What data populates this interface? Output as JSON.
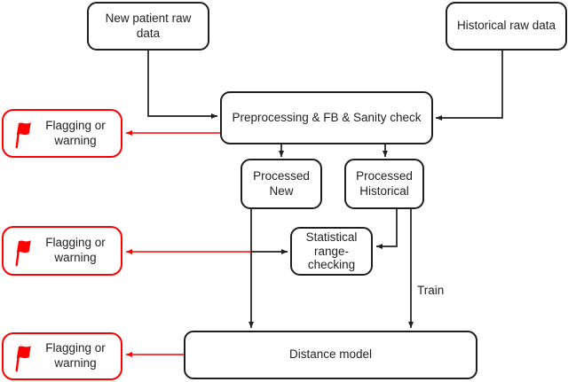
{
  "diagram": {
    "nodes": {
      "new_patient": {
        "label": "New patient raw\ndata"
      },
      "historical": {
        "label": "Historical raw data"
      },
      "preprocessing": {
        "label": "Preprocessing & FB & Sanity check"
      },
      "processed_new": {
        "label": "Processed\nNew"
      },
      "processed_historical": {
        "label": "Processed\nHistorical"
      },
      "statistical": {
        "label": "Statistical\nrange-\nchecking"
      },
      "distance_model": {
        "label": "Distance model"
      },
      "flag_top": {
        "label": "Flagging or\nwarning"
      },
      "flag_middle": {
        "label": "Flagging or\nwarning"
      },
      "flag_bottom": {
        "label": "Flagging or\nwarning"
      }
    },
    "edge_labels": {
      "train": "Train"
    },
    "icons": {
      "flag": "red-flag-icon"
    },
    "colors": {
      "background": "#FFFFFF",
      "line": "#1F1F1F",
      "text": "#1F1F1F",
      "alert": "#FF0000"
    }
  }
}
